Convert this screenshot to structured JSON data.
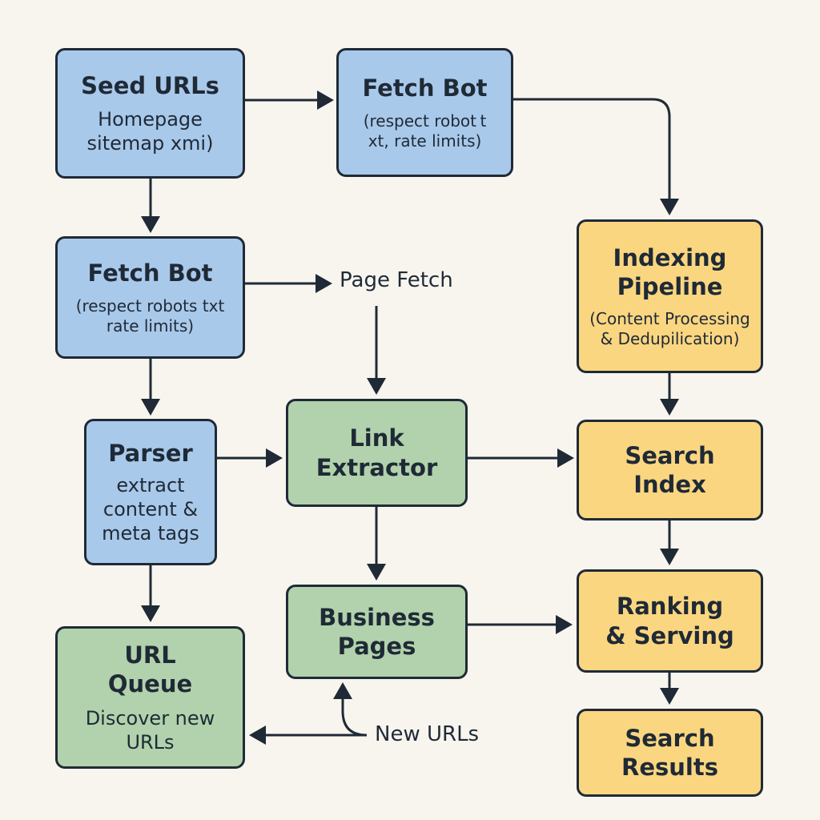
{
  "nodes": {
    "seed_urls": {
      "title": "Seed URLs",
      "line1": "Homepage",
      "line2": "sitemap xmi)"
    },
    "fetch_bot_top": {
      "title": "Fetch Bot",
      "line1": "(respect robot t",
      "line2": "xt, rate limits)"
    },
    "fetch_bot_left": {
      "title": "Fetch Bot",
      "line1": "(respect robots txt",
      "line2": "rate limits)"
    },
    "indexing_pipeline": {
      "title1": "Indexing",
      "title2": "Pipeline",
      "line1": "(Content Processing",
      "line2": "& Dedupilication)"
    },
    "parser": {
      "title": "Parser",
      "line1": "extract",
      "line2": "content &",
      "line3": "meta tags"
    },
    "link_extractor": {
      "title1": "Link",
      "title2": "Extractor"
    },
    "search_index": {
      "title1": "Search",
      "title2": "Index"
    },
    "business_pages": {
      "title1": "Business",
      "title2": "Pages"
    },
    "ranking_serving": {
      "title1": "Ranking",
      "title2": "& Serving"
    },
    "url_queue": {
      "title1": "URL",
      "title2": "Queue",
      "line1": "Discover new",
      "line2": "URLs"
    },
    "search_results": {
      "title1": "Search",
      "title2": "Results"
    }
  },
  "labels": {
    "page_fetch": "Page Fetch",
    "new_urls": "New URLs"
  },
  "colors": {
    "blue": "#a9c9eb",
    "green": "#b1d2ac",
    "yellow": "#fbd680",
    "stroke": "#1f2a36",
    "background": "#f8f5ef"
  }
}
